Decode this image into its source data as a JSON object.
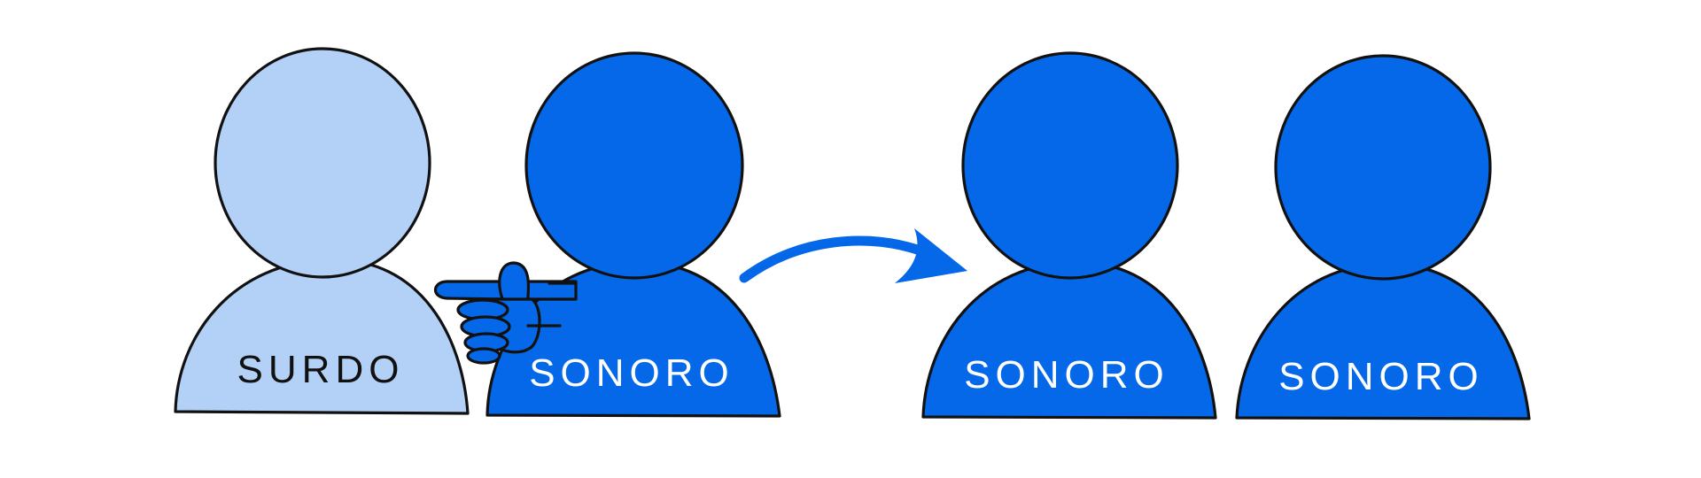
{
  "colors": {
    "deaf_fill": "#b3d1f7",
    "hearing_fill": "#0468e8",
    "outline": "#111111",
    "deaf_label_color": "#111111",
    "hearing_label_color": "#ffffff"
  },
  "figures": [
    {
      "label": "SURDO",
      "role": "deaf"
    },
    {
      "label": "SONORO",
      "role": "hearing"
    },
    {
      "label": "SONORO",
      "role": "hearing"
    },
    {
      "label": "SONORO",
      "role": "hearing"
    }
  ],
  "icons": {
    "pointing_hand": "pointing-hand-icon",
    "transition_arrow": "curved-arrow-icon"
  }
}
